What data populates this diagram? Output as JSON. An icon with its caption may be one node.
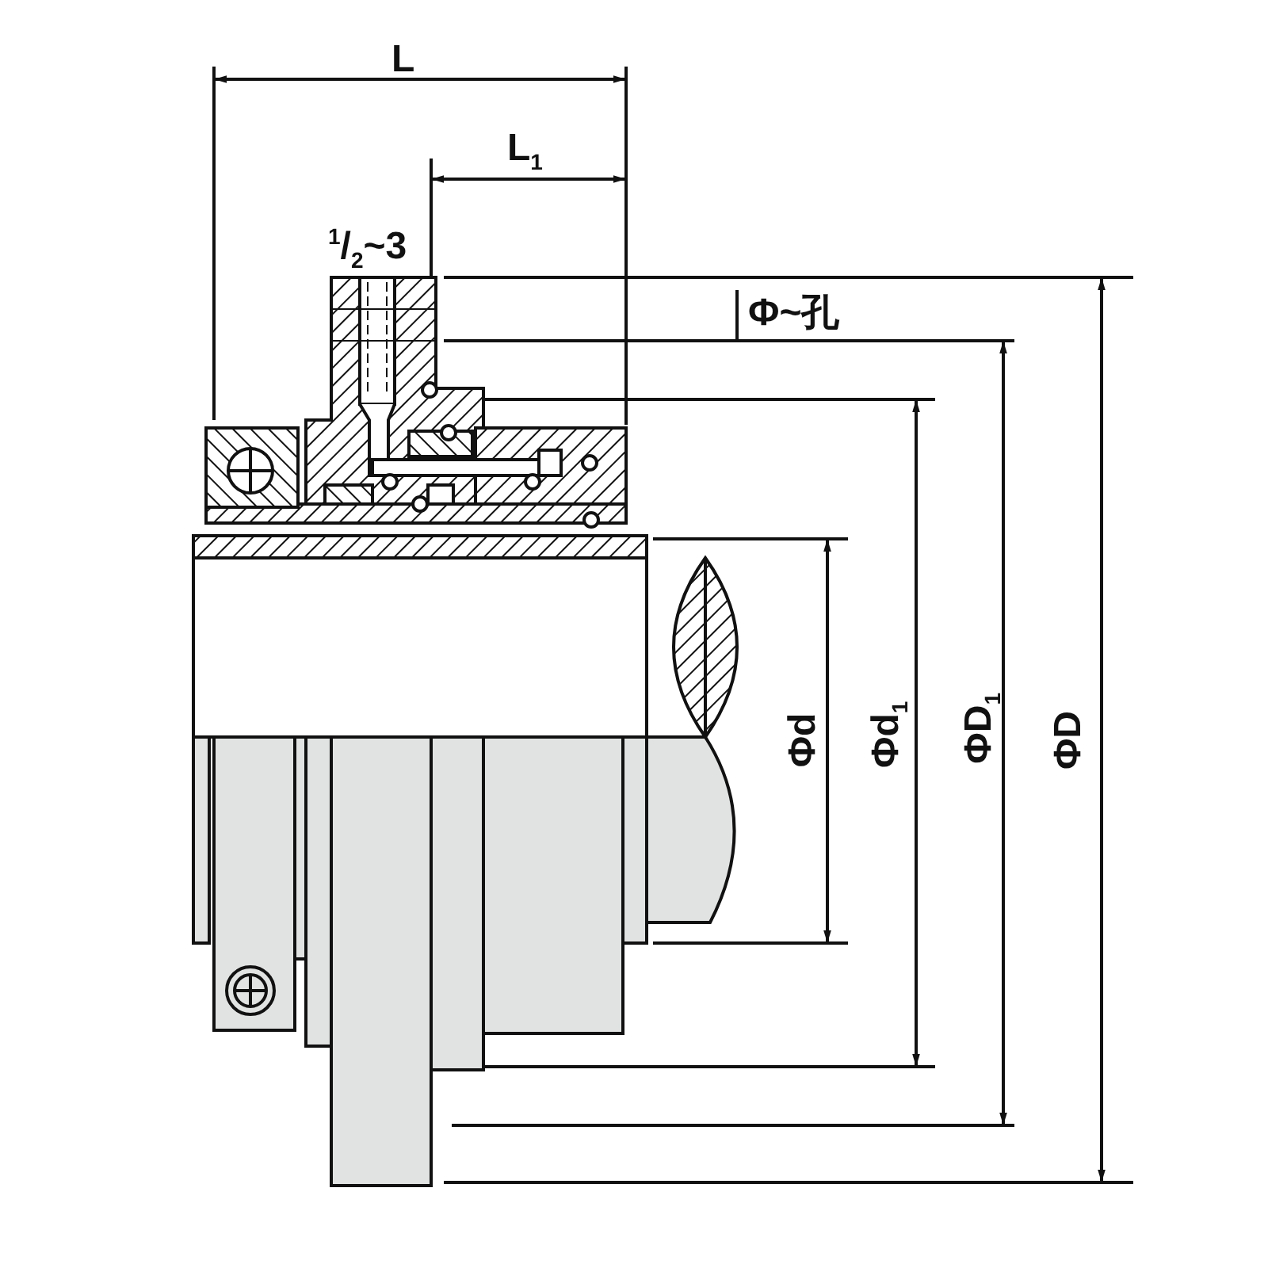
{
  "diagram": {
    "labels": [
      "L",
      "L$_{1}$",
      "$^{1}$/$_{2}$~3",
      "Φ~孔",
      "Φd",
      "Φd$_{1}$",
      "ΦD$_{1}$",
      "ΦD"
    ]
  }
}
